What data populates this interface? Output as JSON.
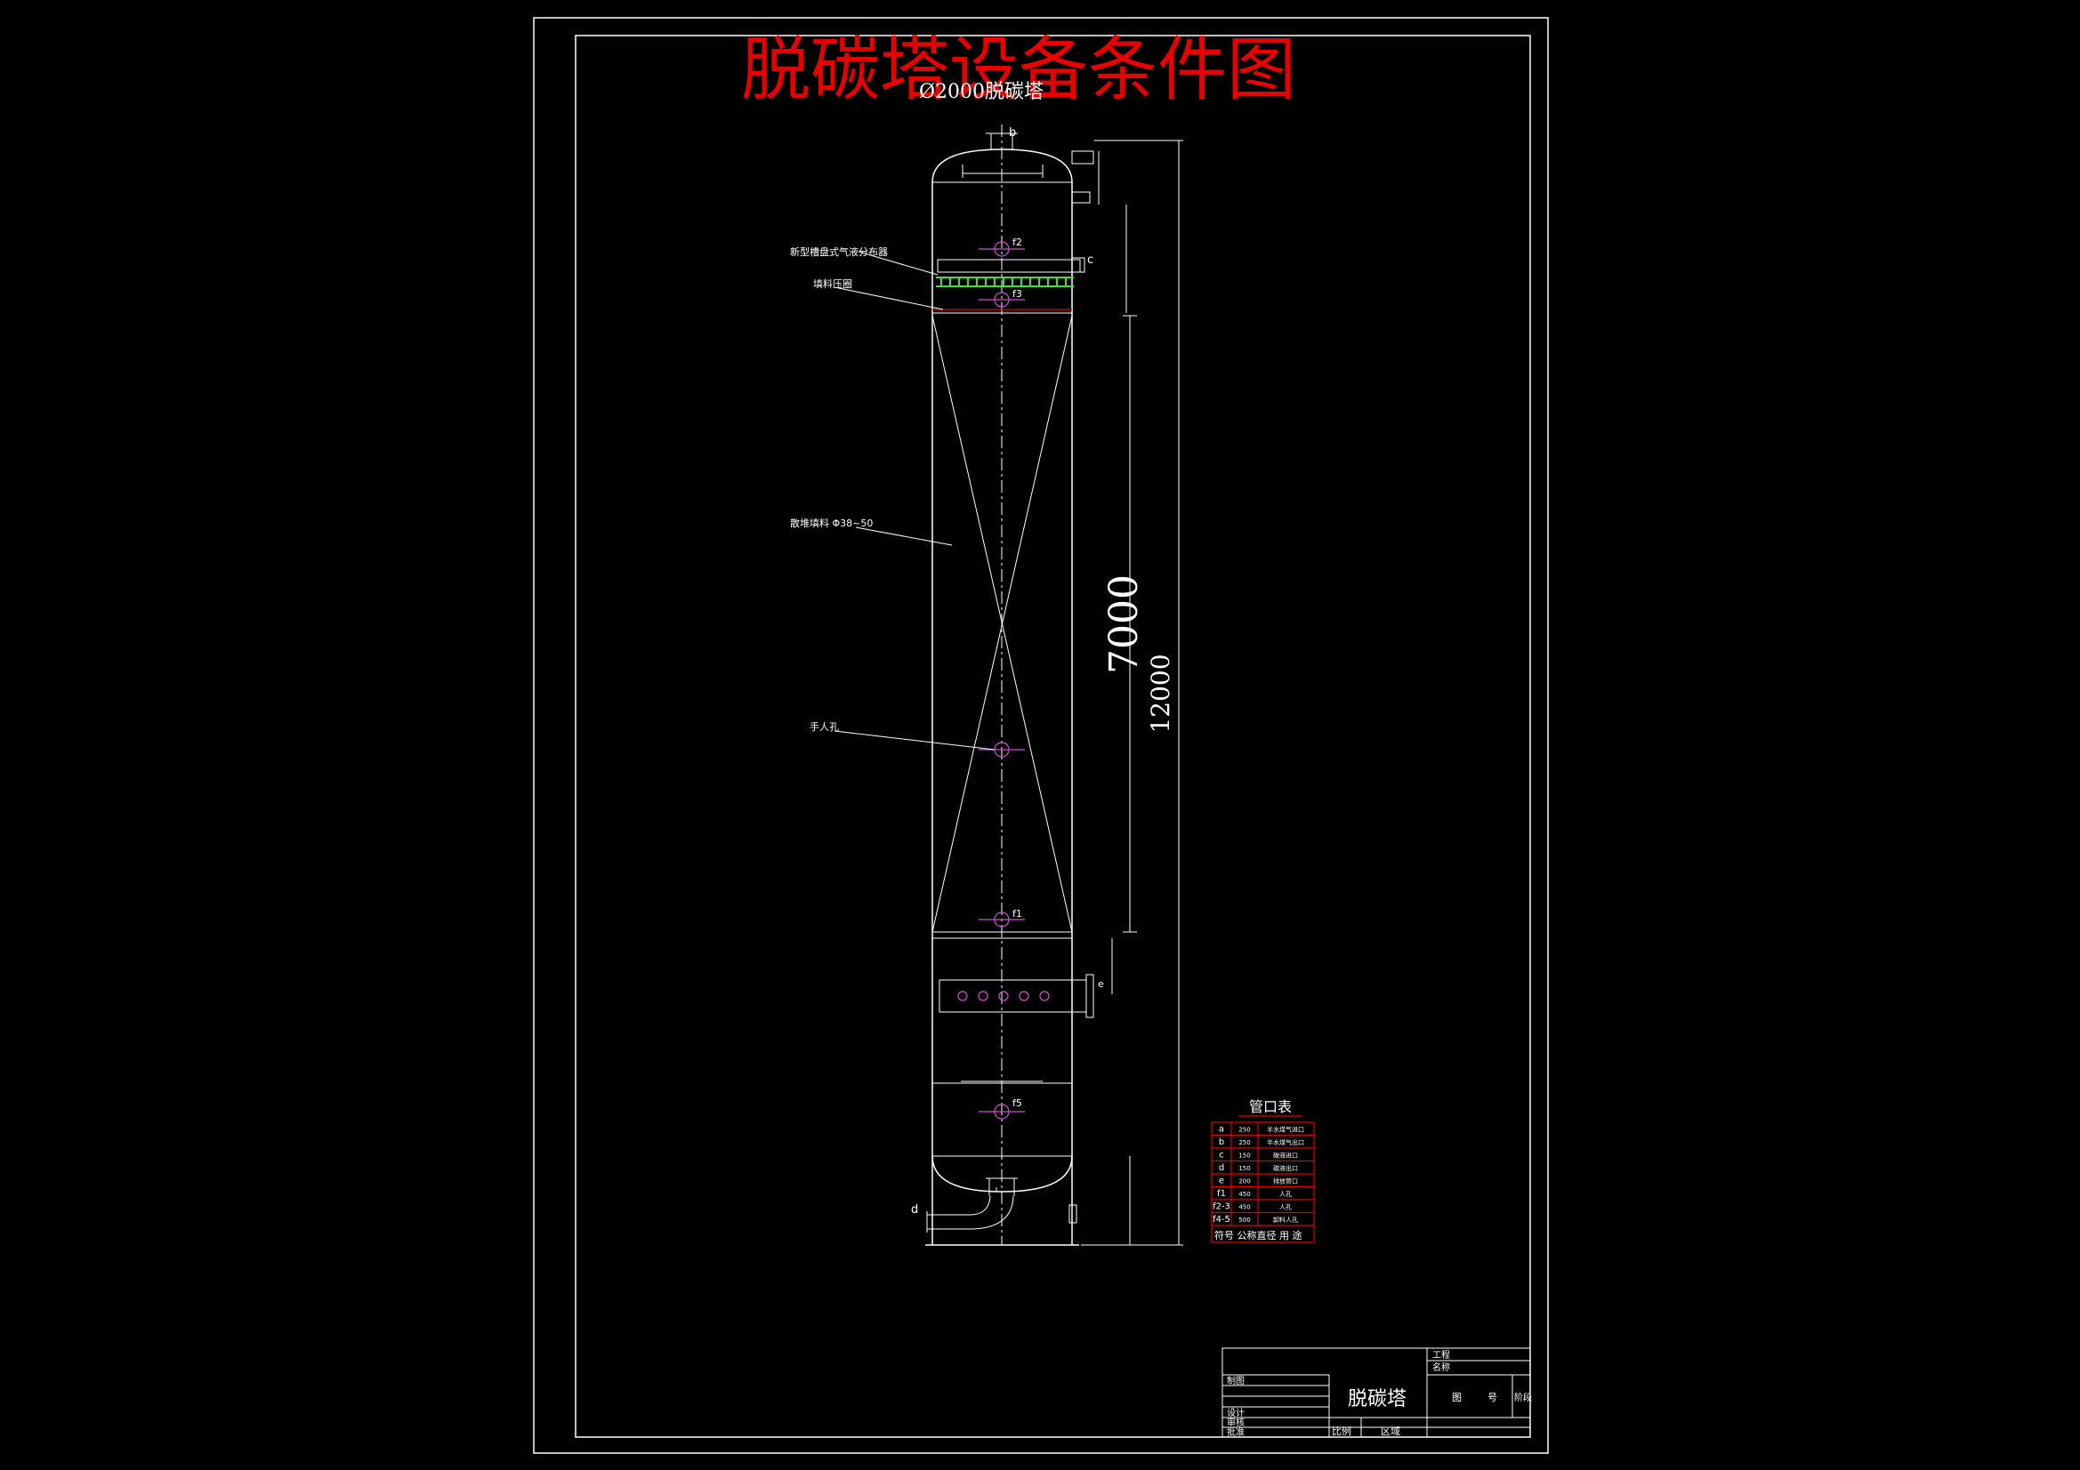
{
  "drawing": {
    "main_title": "脱碳塔设备条件图",
    "vessel_title": "Ø2000脱碳塔",
    "dimension_7000": "7000",
    "dimension_12000": "12000",
    "nozzle_b_label": "b",
    "nozzle_c_label": "c",
    "nozzle_d_label": "d",
    "nozzle_e_label": "e",
    "nozzle_f1_label": "f1",
    "nozzle_f2_label": "f2",
    "nozzle_f3_label": "f3",
    "nozzle_f5_label": "f5",
    "callout_distributor": "新型槽盘式气液分布器",
    "callout_holddown": "填料压圈",
    "callout_packing": "散堆填料 Φ38~50",
    "callout_manhole": "手人孔",
    "colors": {
      "frame": "#ffffff",
      "title": "#e80000",
      "nozzle": "#d44bd4",
      "table_border": "#e00000",
      "distributor": "#3ee03e"
    }
  },
  "nozzle_table": {
    "title": "管口表",
    "rows": [
      {
        "symbol": "a",
        "dn": "250",
        "use": "半水煤气进口"
      },
      {
        "symbol": "b",
        "dn": "250",
        "use": "半水煤气出口"
      },
      {
        "symbol": "c",
        "dn": "150",
        "use": "碳液进口"
      },
      {
        "symbol": "d",
        "dn": "150",
        "use": "碳液出口"
      },
      {
        "symbol": "e",
        "dn": "200",
        "use": "排放管口"
      },
      {
        "symbol": "f1",
        "dn": "450",
        "use": "人孔"
      },
      {
        "symbol": "f2-3",
        "dn": "450",
        "use": "人孔"
      },
      {
        "symbol": "f4-5",
        "dn": "500",
        "use": "卸料人孔"
      }
    ],
    "footer": "符号 公称直径 用  途"
  },
  "title_block": {
    "drawing_name": "脱碳塔",
    "row_labels": [
      "制图",
      "设计",
      "审核",
      "批准"
    ],
    "scale_label": "比例",
    "region_label": "区域",
    "doc_label": "图",
    "num_label": "号",
    "sheet_label": "阶段",
    "eng_label_1": "工程",
    "eng_label_2": "名称"
  }
}
